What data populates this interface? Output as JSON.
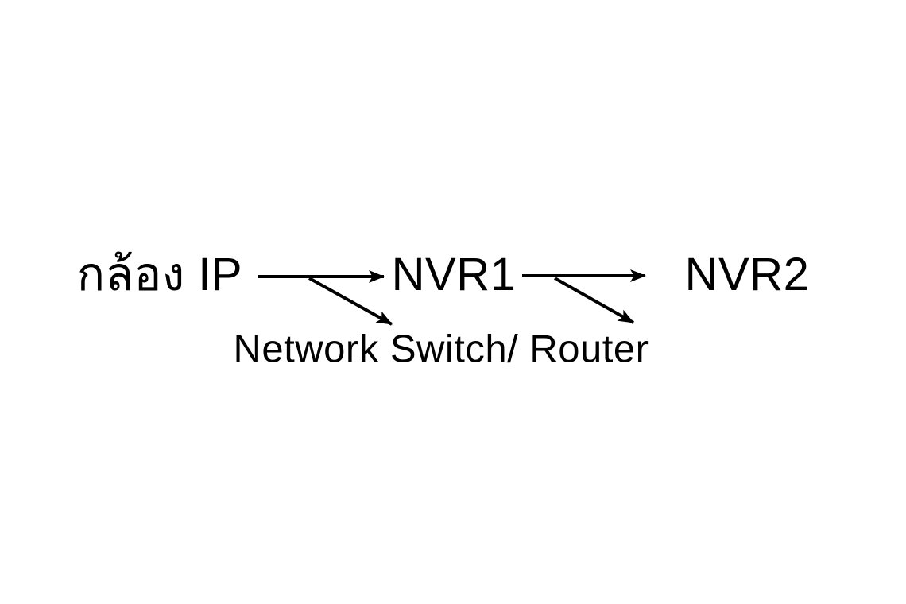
{
  "page": {
    "background_color": "#ffffff",
    "text_color": "#000000"
  },
  "diagram": {
    "type": "flow",
    "nodes": [
      {
        "id": "camera",
        "label": "กล้อง IP"
      },
      {
        "id": "nvr1",
        "label": "NVR1"
      },
      {
        "id": "nvr2",
        "label": "NVR2"
      },
      {
        "id": "switch",
        "label": "Network Switch/ Router"
      }
    ],
    "edges": [
      {
        "from": "camera",
        "to": "nvr1",
        "arrow": "right"
      },
      {
        "from": "camera",
        "to": "switch",
        "arrow": "down-right"
      },
      {
        "from": "nvr1",
        "to": "nvr2",
        "arrow": "right"
      },
      {
        "from": "nvr1",
        "to": "switch",
        "arrow": "down-right"
      }
    ]
  }
}
